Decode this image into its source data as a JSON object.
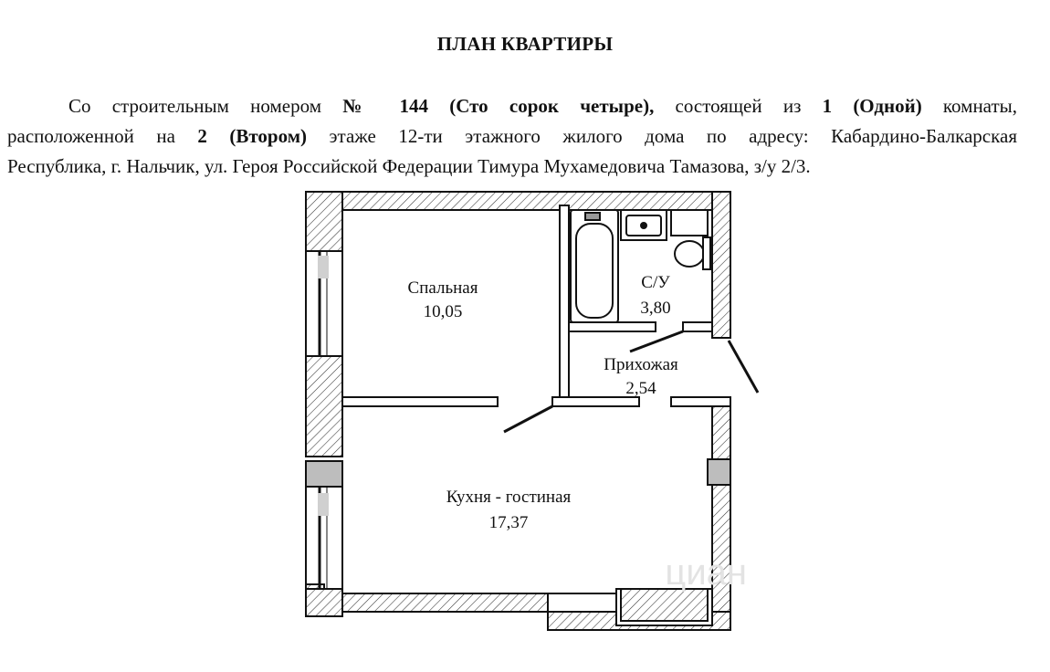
{
  "document": {
    "title": "ПЛАН КВАРТИРЫ",
    "paragraph": {
      "s1": "Со строительным номером ",
      "b1": "№ 144 (Сто сорок четыре),",
      "s2": " состоящей из ",
      "b2": "1 (Одной)",
      "s3": " комнаты,",
      "s4": "расположенной на ",
      "b3": "2 (Втором)",
      "s5": " этаже 12-ти этажного жилого дома по адресу: Кабардино-Балкарская",
      "s6": "Республика, г. Нальчик, ул. Героя Российской Федерации Тимура Мухамедовича Тамазова, з/у 2/3."
    }
  },
  "plan": {
    "rooms": [
      {
        "name": "Спальная",
        "area": "10,05"
      },
      {
        "name": "С/У",
        "area": "3,80"
      },
      {
        "name": "Прихожая",
        "area": "2,54"
      },
      {
        "name": "Кухня - гостиная",
        "area": "17,37"
      }
    ],
    "watermark": "циан"
  }
}
